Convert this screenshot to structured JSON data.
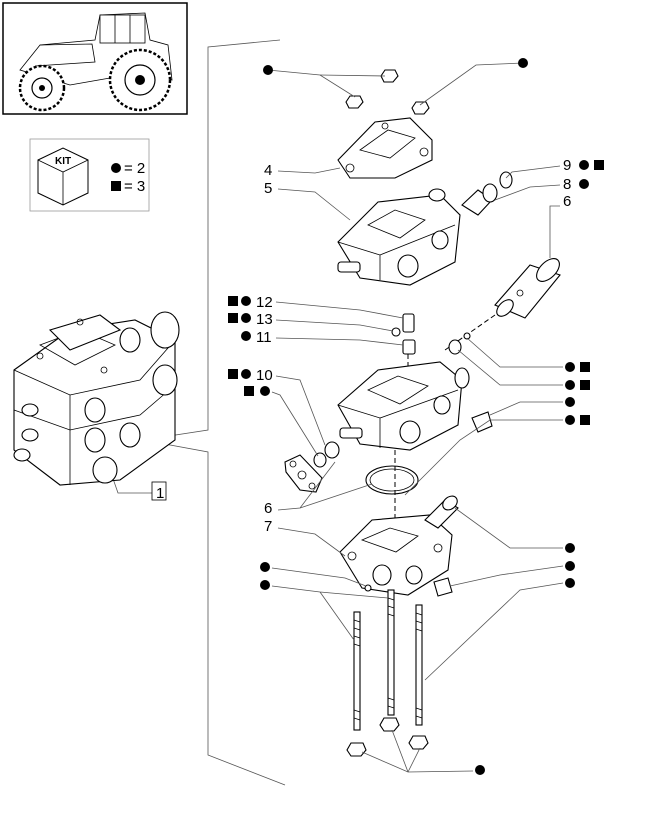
{
  "kit_legend": {
    "title": "KIT",
    "circle_text": "= 2",
    "square_text": "= 3"
  },
  "callouts": {
    "assembly": "1",
    "cover": "4",
    "section_top": "5",
    "rod": "6",
    "seal_left": "6",
    "end_section": "7",
    "plug_9": "9",
    "plug_8": "8",
    "pin_12": "12",
    "spring_13": "13",
    "detent_11": "11",
    "oring_10": "10"
  }
}
